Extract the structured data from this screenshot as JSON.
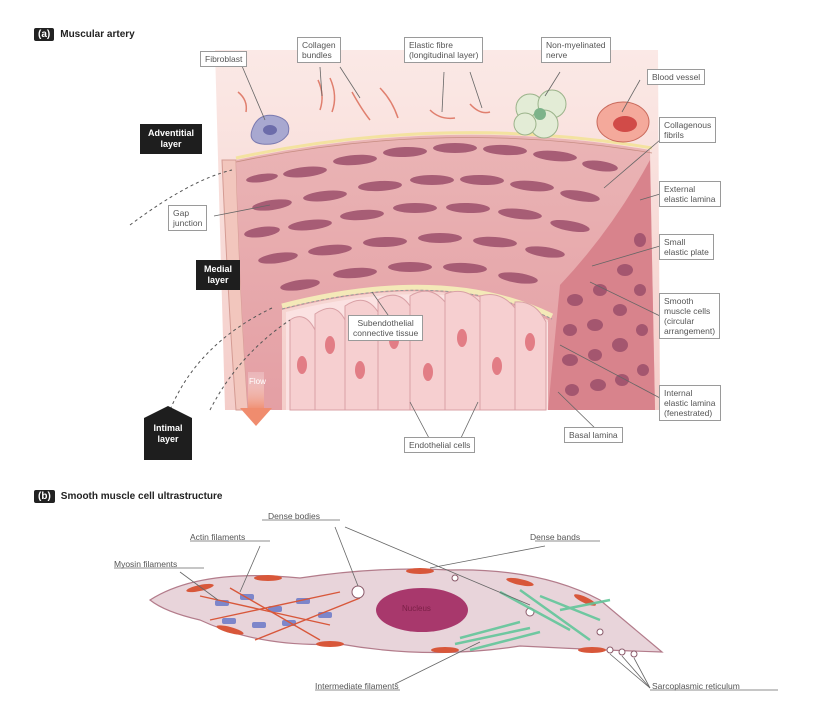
{
  "panel_a": {
    "tag": "(a)",
    "title": "Muscular artery",
    "labels": {
      "fibroblast": "Fibroblast",
      "collagen_bundles": "Collagen\nbundles",
      "elastic_fibre": "Elastic fibre\n(longitudinal layer)",
      "nerve": "Non-myelinated\nnerve",
      "blood_vessel": "Blood vessel",
      "collagenous_fibrils": "Collagenous\nfibrils",
      "external_lamina": "External\nelastic lamina",
      "small_plate": "Small\nelastic plate",
      "smooth_cells": "Smooth\nmuscle cells\n(circular\narrangement)",
      "internal_lamina": "Internal\nelastic lamina\n(fenestrated)",
      "basal_lamina": "Basal lamina",
      "endothelial_cells": "Endothelial cells",
      "subendothelial": "Subendothelial\nconnective tissue",
      "gap_junction": "Gap\njunction",
      "flow": "Flow"
    },
    "layers": {
      "adventitial": "Adventitial\nlayer",
      "medial": "Medial\nlayer",
      "intimal": "Intimal\nlayer"
    }
  },
  "panel_b": {
    "tag": "(b)",
    "title": "Smooth muscle cell ultrastructure",
    "labels": {
      "dense_bodies": "Dense bodies",
      "dense_bands": "Dense bands",
      "actin": "Actin filaments",
      "myosin": "Myosin filaments",
      "nucleus": "Nucleus",
      "intermediate": "Intermediate filaments",
      "sarcoplasmic": "Sarcoplasmic reticulum"
    }
  },
  "colors": {
    "adventitia": "#f6d3cf",
    "media": "#e9aeb0",
    "muscle_cell": "#9c4f6b",
    "lumen": "#ffffff",
    "cell_body": "#e8d4da",
    "nucleus": "#a8386c",
    "dense_band": "#d8573a",
    "myosin": "#6b79c8",
    "intermediate": "#63c69a",
    "layer_box": "#1e1e1e"
  }
}
